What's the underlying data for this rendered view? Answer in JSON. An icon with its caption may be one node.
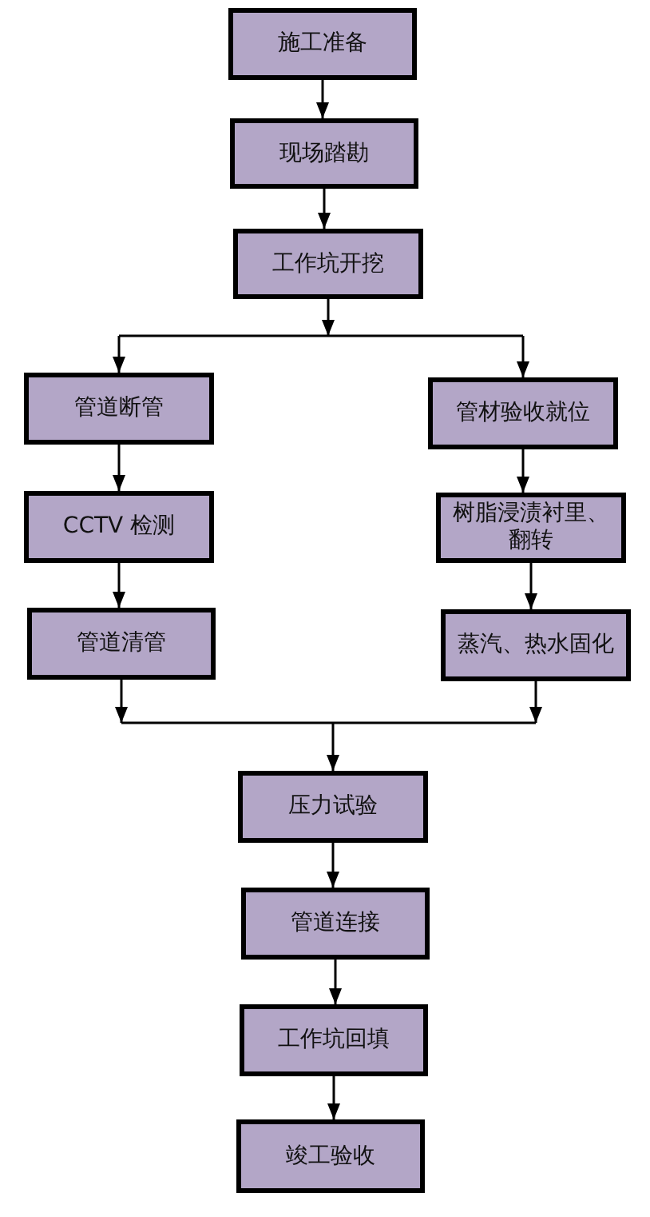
{
  "diagram": {
    "nodes": [
      {
        "text": [
          "施工准备"
        ]
      },
      {
        "text": [
          "现场踏勘"
        ]
      },
      {
        "text": [
          "工作坑开挖"
        ]
      },
      {
        "text": [
          "管道断管"
        ]
      },
      {
        "text": [
          "管材验收就位"
        ]
      },
      {
        "text": [
          "CCTV 检测"
        ]
      },
      {
        "text": [
          "树脂浸渍衬里、翻转"
        ]
      },
      {
        "text": [
          "管道清管"
        ]
      },
      {
        "text": [
          "蒸汽、热水固化"
        ]
      },
      {
        "text": [
          "压力试验"
        ]
      },
      {
        "text": [
          "管道连接"
        ]
      },
      {
        "text": [
          "工作坑回填"
        ]
      },
      {
        "text": [
          "竣工验收"
        ]
      }
    ],
    "edges": [
      {
        "from": 0,
        "to": 1,
        "arrow": "to"
      },
      {
        "from": 1,
        "to": 2,
        "arrow": "to"
      },
      {
        "from": 2,
        "to": 3,
        "arrow": "to"
      },
      {
        "from": 2,
        "to": 4,
        "arrow": "to"
      },
      {
        "from": 3,
        "to": 5,
        "arrow": "to"
      },
      {
        "from": 5,
        "to": 7,
        "arrow": "to"
      },
      {
        "from": 4,
        "to": 6,
        "arrow": "to"
      },
      {
        "from": 6,
        "to": 8,
        "arrow": "to"
      },
      {
        "from": 7,
        "to": 9,
        "arrow": "to"
      },
      {
        "from": 8,
        "to": 9,
        "arrow": "to"
      },
      {
        "from": 9,
        "to": 10,
        "arrow": "to"
      },
      {
        "from": 10,
        "to": 11,
        "arrow": "to"
      },
      {
        "from": 11,
        "to": 12,
        "arrow": "to"
      }
    ]
  }
}
